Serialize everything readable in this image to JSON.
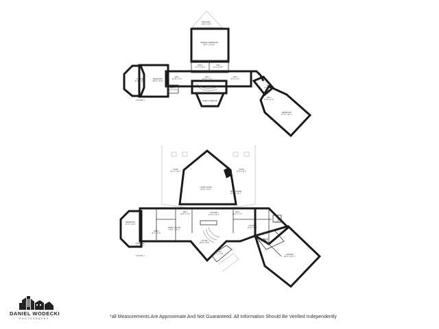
{
  "floor_upper": {
    "label": "FLOOR 2",
    "rooms": [
      {
        "name": "BALCONY",
        "dims": "18' 4\" x 5' 3\""
      },
      {
        "name": "PRIMARY BEDROOM",
        "dims": "20' 5\" x 14' 11\""
      },
      {
        "name": "BATH",
        "dims": "17' 1\" x 8' 6\""
      },
      {
        "name": "WIC",
        "dims": "11' 1\" x 6' 8\""
      },
      {
        "name": "OFFICE",
        "dims": "11' 3\" x 11' 5\""
      },
      {
        "name": "BEDROOM",
        "dims": "16' 8\" x 11' 8\""
      },
      {
        "name": "HALL",
        "dims": "12' 8\" x 4' 3\""
      },
      {
        "name": "HALL",
        "dims": "24' 6\" x 4' 1\""
      },
      {
        "name": "BATH",
        "dims": "11' 6\" x 6' 2\""
      },
      {
        "name": "HALL",
        "dims": "9' 6\" x 4' 1\""
      },
      {
        "name": "OPEN TO BELOW",
        "dims": ""
      },
      {
        "name": "BATH",
        "dims": "8' 3\" x 5' 6\""
      },
      {
        "name": "HALL",
        "dims": "9' 11\" x 4' 4\""
      },
      {
        "name": "BEDROOM",
        "dims": "17' 5\" x 13' 1\""
      }
    ]
  },
  "floor_main": {
    "label": "FLOOR 1",
    "rooms": [
      {
        "name": "PATIO",
        "dims": "24' 7\" x 11' 7\""
      },
      {
        "name": "PATIO",
        "dims": "17' 9\" x 8' 7\""
      },
      {
        "name": "LIVING ROOM",
        "dims": "21' 8\" x 21' 4\""
      },
      {
        "name": "DINING AREA",
        "dims": "16' 2\" x 12' 7\""
      },
      {
        "name": "KITCHEN",
        "dims": "14' 9\" x 12' 4\""
      },
      {
        "name": "BEDROOM",
        "dims": "11' 6\" x 11' 6\""
      },
      {
        "name": "BATH",
        "dims": "8' 3\" x 5' 4\""
      },
      {
        "name": "HALL",
        "dims": "14' 8\" x 4' 1\""
      },
      {
        "name": "FAMILY ROOM",
        "dims": "18' 8\" x 16' 1\""
      },
      {
        "name": "FOYER",
        "dims": "15' 8\" x 9' 8\""
      },
      {
        "name": "PORCH",
        "dims": "10' 1\" x 7' 8\""
      },
      {
        "name": "LAUNDRY",
        "dims": "11' 8\" x 8' 2\""
      },
      {
        "name": "HALL",
        "dims": "16' 2\" x 4' 1\""
      },
      {
        "name": "BATH",
        "dims": "9' 3\" x 5' 2\""
      },
      {
        "name": "MUDROOM",
        "dims": "11' 9\" x 9' 7\""
      },
      {
        "name": "GARAGE",
        "dims": "26' 9\" x 24' 7\""
      },
      {
        "name": "STORAGE",
        "dims": "6' 1\" x 4' 1\""
      }
    ]
  },
  "branding": {
    "name": "DANIEL WODECKI",
    "tagline": "PHOTOGRAPHY"
  },
  "disclaimer": "*all Measurements Are Approximate And Not Guaranteed. All Information Should Be Verified Independently"
}
